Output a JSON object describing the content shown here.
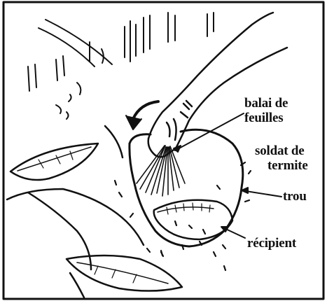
{
  "labels": {
    "broom_line1": "balai de",
    "broom_line2": "feuilles",
    "soldier_line1": "soldat de",
    "soldier_line2": "termite",
    "hole": "trou",
    "container": "récipient"
  },
  "colors": {
    "ink": "#111111",
    "paper": "#ffffff"
  }
}
